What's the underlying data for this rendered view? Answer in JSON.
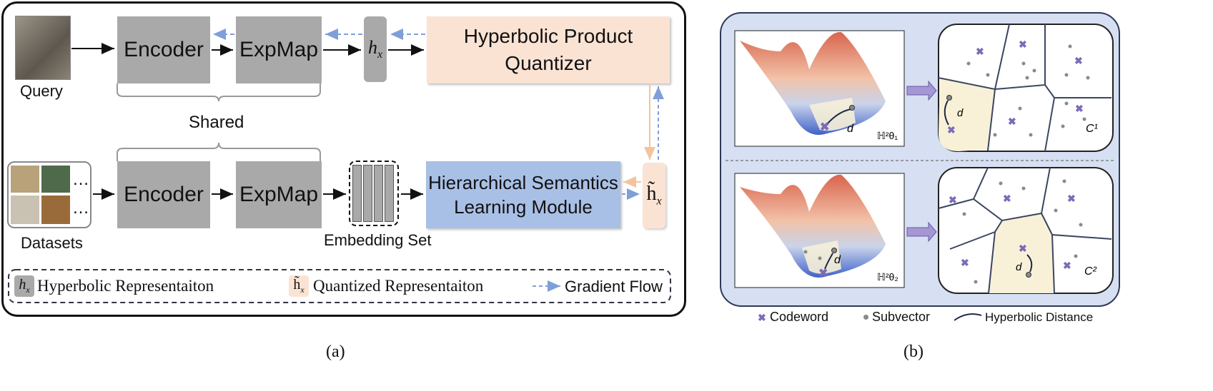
{
  "panel_a": {
    "query_label": "Query",
    "datasets_label": "Datasets",
    "encoder_label": "Encoder",
    "expmap_label": "ExpMap",
    "shared_label": "Shared",
    "hx_label": "h",
    "hx_sub": "x",
    "hpq_label_line1": "Hyperbolic Product",
    "hpq_label_line2": "Quantizer",
    "hslm_label_line1": "Hierarchical Semantics",
    "hslm_label_line2": "Learning Module",
    "hq_label": "h̃",
    "hq_sub": "x",
    "embedding_set_label": "Embedding Set",
    "dots": "…",
    "legend": {
      "hyperbolic": "Hyperbolic Representaiton",
      "quantized": "Quantized Representaiton",
      "gradient": "Gradient Flow"
    },
    "caption": "(a)"
  },
  "panel_b": {
    "space1_label": "ℍ²θ₁",
    "space2_label": "ℍ²θ₂",
    "codebook1_label": "C¹",
    "codebook2_label": "C²",
    "distance_symbol": "d",
    "legend": {
      "codeword": "Codeword",
      "subvector": "Subvector",
      "hyperbolic_distance": "Hyperbolic Distance"
    },
    "caption": "(b)"
  },
  "colors": {
    "gray_block": "#a9a9a9",
    "quantizer_fill": "#fbe3d4",
    "module_fill": "#a9c0e6",
    "panel_b_bg": "#d6e0f2",
    "codeword": "#7b6bb8",
    "arrow_blue_dashed": "#7f9fd8",
    "arrow_orange": "#f4c39c",
    "highlight_cell": "#f8f1d8"
  }
}
